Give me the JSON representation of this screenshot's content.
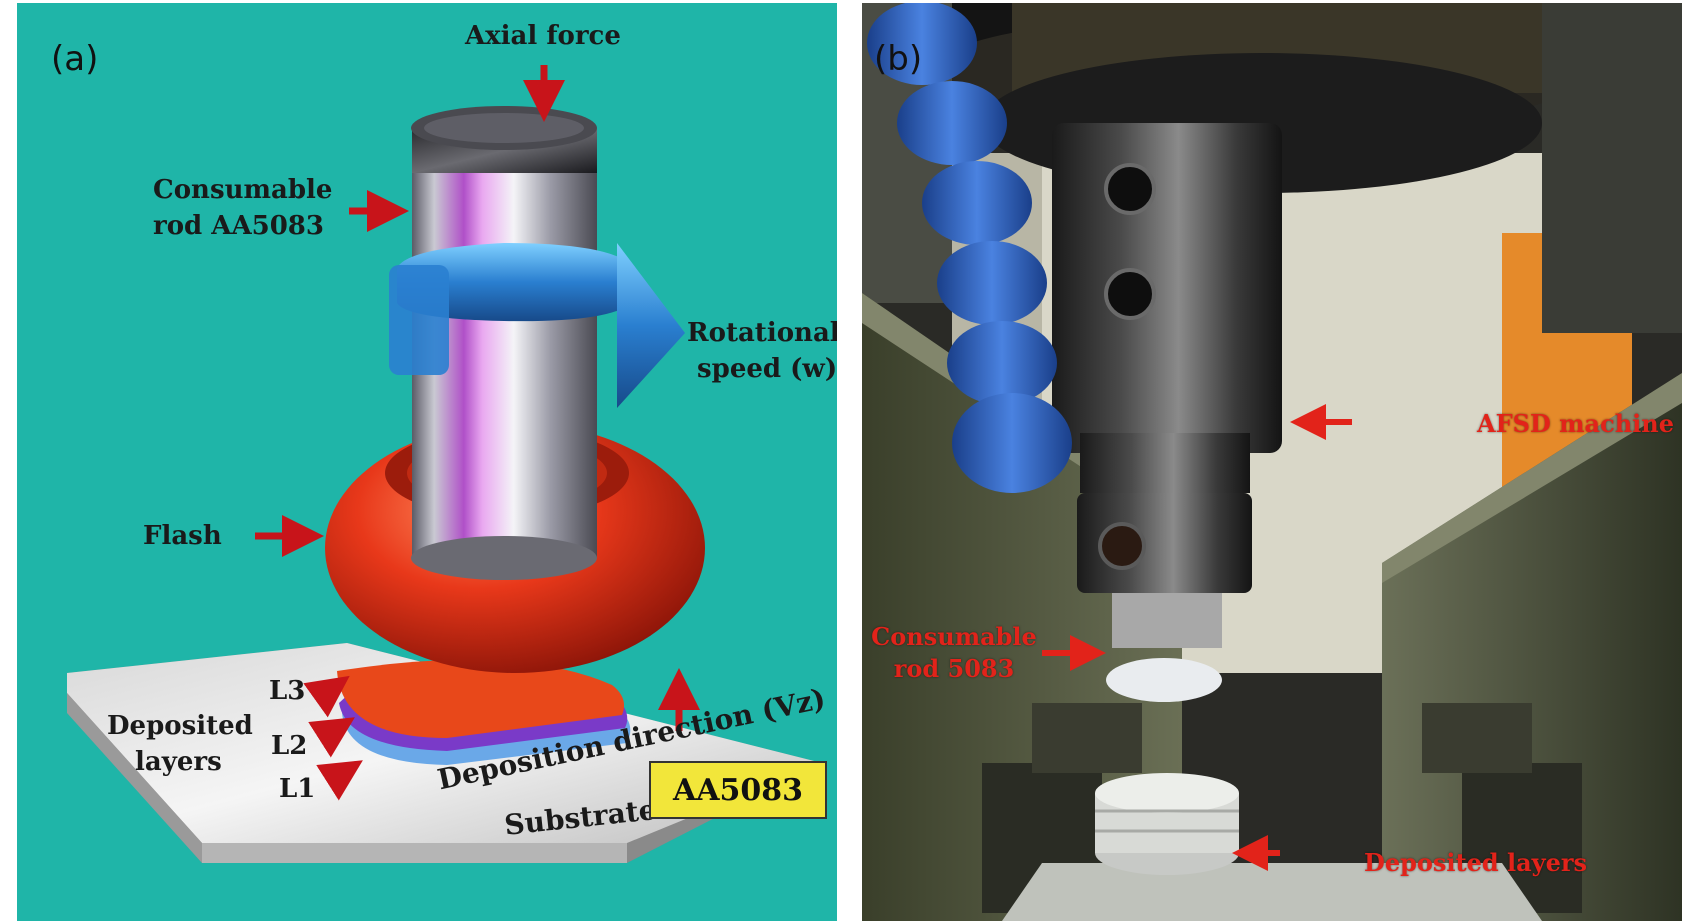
{
  "panel_a": {
    "panel_label": "(a)",
    "labels": {
      "axial_force": "Axial force",
      "rod_line1": "Consumable",
      "rod_line2": "rod AA5083",
      "rotation_line1": "Rotational",
      "rotation_line2": "speed (w)",
      "flash": "Flash",
      "deposited_line1": "Deposited",
      "deposited_line2": "layers",
      "layer_3": "L3",
      "layer_2": "L2",
      "layer_1": "L1",
      "deposition_direction": "Deposition direction (Vz)",
      "substrate": "Substrate",
      "substrate_material": "AA5083"
    },
    "colors": {
      "background": "#1fb5a8",
      "flash": "#e8381a",
      "rotation_arrow": "#2a7fd0",
      "pointer_arrows": "#c8141a",
      "badge": "#f2e63a"
    }
  },
  "panel_b": {
    "panel_label": "(b)",
    "labels": {
      "machine": "AFSD machine",
      "rod_line1": "Consumable",
      "rod_line2": "rod 5083",
      "deposited": "Deposited layers"
    },
    "colors": {
      "label_text": "#e2231a",
      "coolant_hose": "#2c5fb8",
      "accent_wall": "#e58a2a"
    }
  }
}
